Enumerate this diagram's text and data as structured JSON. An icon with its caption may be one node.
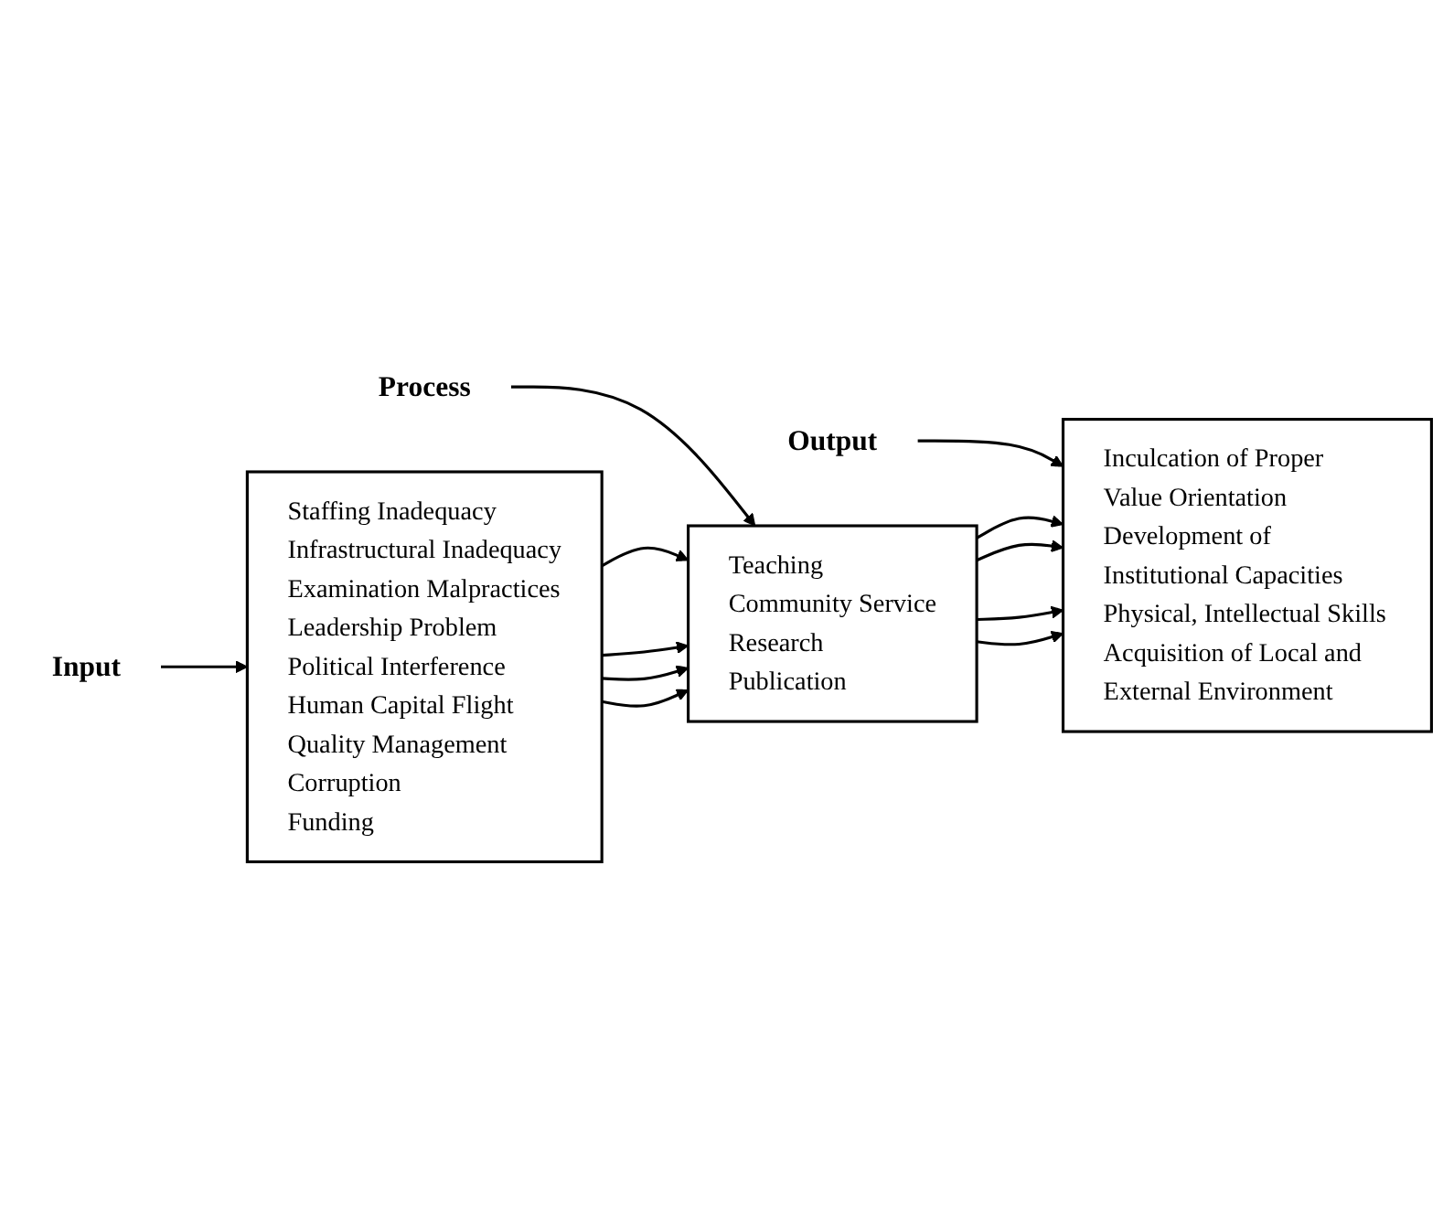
{
  "diagram": {
    "nodes": [
      {
        "text": [
          "Input"
        ]
      },
      {
        "text": [
          "Staffing Inadequacy",
          "Infrastructural Inadequacy",
          "Examination Malpractices",
          "Leadership Problem",
          "Political Interference",
          "Human Capital Flight",
          "Quality Management",
          "Corruption",
          "Funding"
        ]
      },
      {
        "text": [
          "Process"
        ]
      },
      {
        "text": [
          "Teaching",
          "Community Service",
          "Research",
          "Publication"
        ]
      },
      {
        "text": [
          "Output"
        ]
      },
      {
        "text": [
          "Inculcation of Proper Value Orientation",
          "Development of Institutional Capacities",
          "Physical, Intellectual Skills",
          "Acquisition of Local and External Environment"
        ]
      }
    ],
    "edges": [
      {
        "from": 0,
        "to": 1,
        "arrow": "to"
      },
      {
        "from": 2,
        "to": 3,
        "arrow": "to"
      },
      {
        "from": 4,
        "to": 5,
        "arrow": "to"
      },
      {
        "from": 1,
        "to": 3,
        "arrow": "to"
      },
      {
        "from": 1,
        "to": 3,
        "arrow": "to"
      },
      {
        "from": 1,
        "to": 3,
        "arrow": "to"
      },
      {
        "from": 1,
        "to": 3,
        "arrow": "to"
      },
      {
        "from": 3,
        "to": 5,
        "arrow": "to"
      },
      {
        "from": 3,
        "to": 5,
        "arrow": "to"
      },
      {
        "from": 3,
        "to": 5,
        "arrow": "to"
      },
      {
        "from": 3,
        "to": 5,
        "arrow": "to"
      }
    ]
  }
}
